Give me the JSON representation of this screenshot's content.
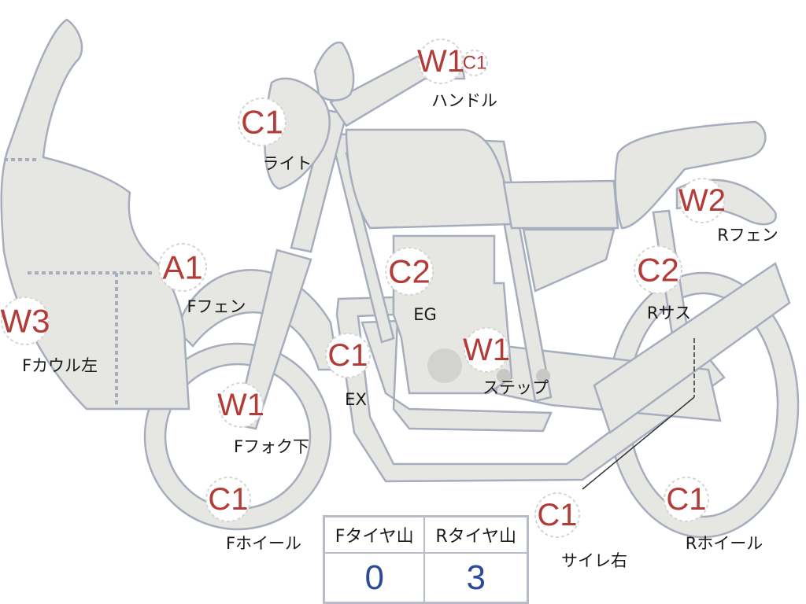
{
  "colors": {
    "code": "#b23c37",
    "value": "#2b4a9a",
    "part_fill": "#e6e6e3",
    "outline": "#a6adbd"
  },
  "markers": [
    {
      "code": "W1",
      "label": "ハンドル"
    },
    {
      "code": "C1"
    },
    {
      "code": "C1",
      "label": "ライト"
    },
    {
      "code": "A1",
      "label": "Fフェン"
    },
    {
      "code": "W3",
      "label": "Fカウル左"
    },
    {
      "code": "W1",
      "label": "Fフォク下"
    },
    {
      "code": "C1",
      "label": "EX"
    },
    {
      "code": "C2",
      "label": "EG"
    },
    {
      "code": "W1",
      "label": "ステップ"
    },
    {
      "code": "C1",
      "label": "Fホイール"
    },
    {
      "code": "C1",
      "label": "サイレ右"
    },
    {
      "code": "C1",
      "label": "Rホイール"
    },
    {
      "code": "W2",
      "label": "Rフェン"
    },
    {
      "code": "C2",
      "label": "Rサス"
    }
  ],
  "tire_table": {
    "headers": [
      "Fタイヤ山",
      "Rタイヤ山"
    ],
    "values": [
      "0",
      "3"
    ]
  }
}
